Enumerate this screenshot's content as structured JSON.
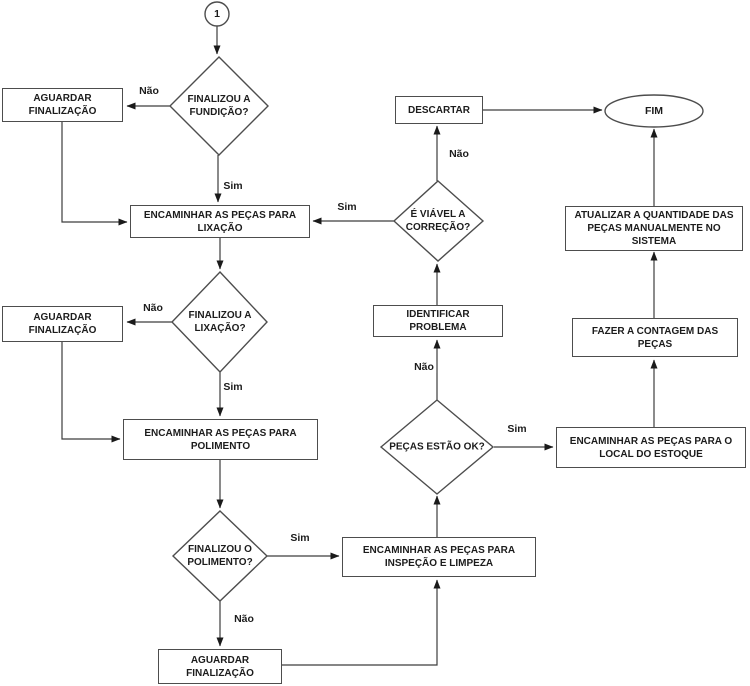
{
  "diagram": {
    "title_implicit": "Fluxograma de processo de peças (fundição, lixação, polimento, inspeção, estoque)",
    "nodes": {
      "start": "1",
      "decision_fundicao": "FINALIZOU A FUNDIÇÃO?",
      "wait1": "AGUARDAR FINALIZAÇÃO",
      "lixacao": "ENCAMINHAR AS PEÇAS PARA LIXAÇÃO",
      "decision_lixacao": "FINALIZOU A LIXAÇÃO?",
      "wait2": "AGUARDAR FINALIZAÇÃO",
      "polimento": "ENCAMINHAR AS PEÇAS PARA POLIMENTO",
      "decision_polimento": "FINALIZOU O POLIMENTO?",
      "wait3": "AGUARDAR FINALIZAÇÃO",
      "inspecao": "ENCAMINHAR AS PEÇAS PARA INSPEÇÃO E LIMPEZA",
      "decision_pecas_ok": "PEÇAS ESTÃO OK?",
      "identificar": "IDENTIFICAR PROBLEMA",
      "decision_correcao": "É VIÁVEL A CORREÇÃO?",
      "descartar": "DESCARTAR",
      "fim": "FIM",
      "estoque": "ENCAMINHAR AS PEÇAS PARA O LOCAL DO ESTOQUE",
      "contagem": "FAZER A CONTAGEM DAS PEÇAS",
      "atualizar": "ATUALIZAR A QUANTIDADE DAS PEÇAS MANUALMENTE NO SISTEMA"
    },
    "edge_labels": {
      "fundicao_nao": "Não",
      "fundicao_sim": "Sim",
      "lixacao_nao": "Não",
      "lixacao_sim": "Sim",
      "polimento_sim": "Sim",
      "polimento_nao": "Não",
      "pecas_ok_nao": "Não",
      "pecas_ok_sim": "Sim",
      "correcao_sim": "Sim",
      "correcao_nao": "Não"
    },
    "colors": {
      "background": "#ffffff",
      "line": "#3d3d3d",
      "border": "#4d4d4d",
      "text": "#1c1c1c"
    }
  }
}
